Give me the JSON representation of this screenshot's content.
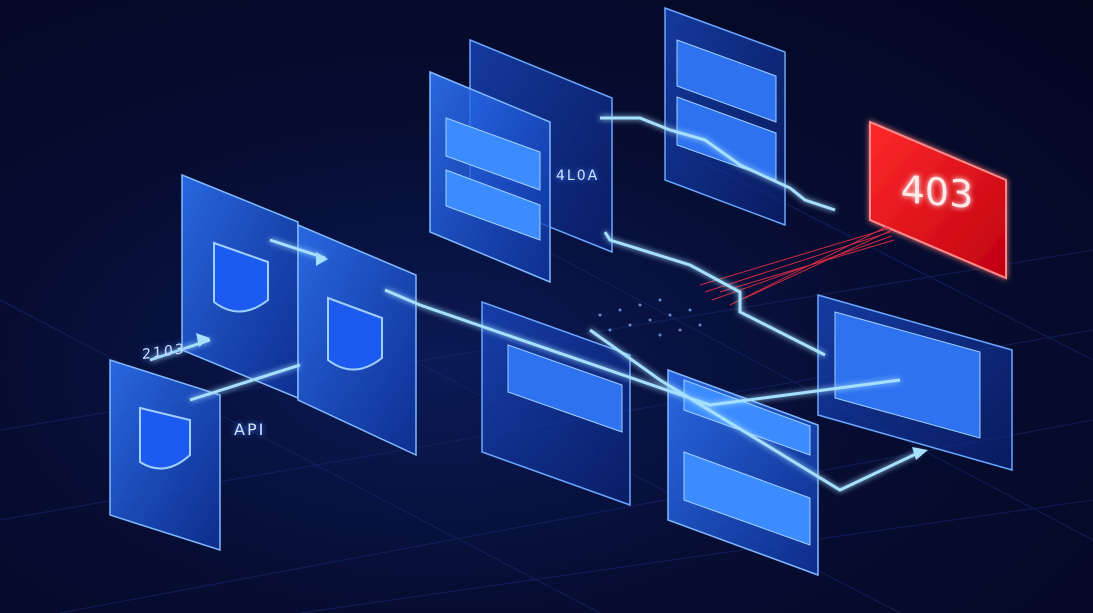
{
  "labels": {
    "left_code": "2103",
    "api": "API",
    "mid_code": "4L0A",
    "error_code": "403"
  },
  "colors": {
    "background": "#060a24",
    "panel_blue": "#1f5fe0",
    "glow_cyan": "#8fd4ff",
    "error_red": "#e01020"
  }
}
